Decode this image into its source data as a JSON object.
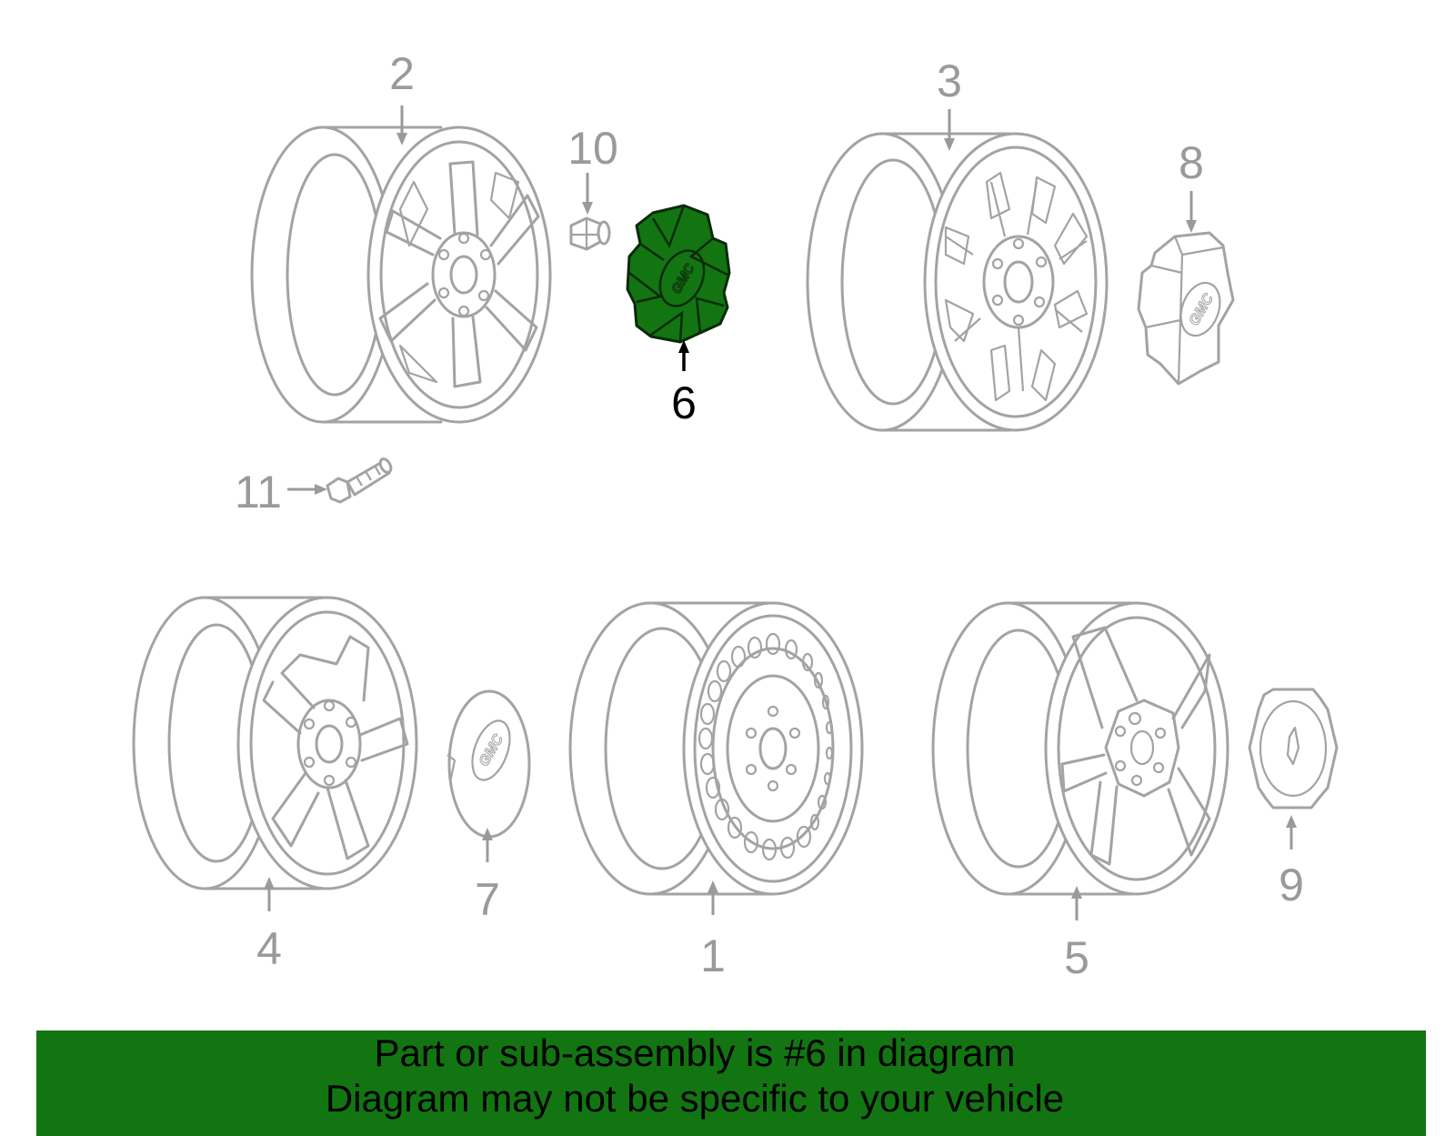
{
  "diagram": {
    "callouts": {
      "c1": "1",
      "c2": "2",
      "c3": "3",
      "c4": "4",
      "c5": "5",
      "c6": "6",
      "c7": "7",
      "c8": "8",
      "c9": "9",
      "c10": "10",
      "c11": "11"
    },
    "logo_text": "GMC",
    "selected_part": "6",
    "colors": {
      "highlight": "#127512",
      "line": "#a3a3a3",
      "banner": "#127512"
    }
  },
  "banner": {
    "line1": "Part or sub-assembly is #6 in diagram",
    "line2": "Diagram may not be specific to your vehicle"
  }
}
